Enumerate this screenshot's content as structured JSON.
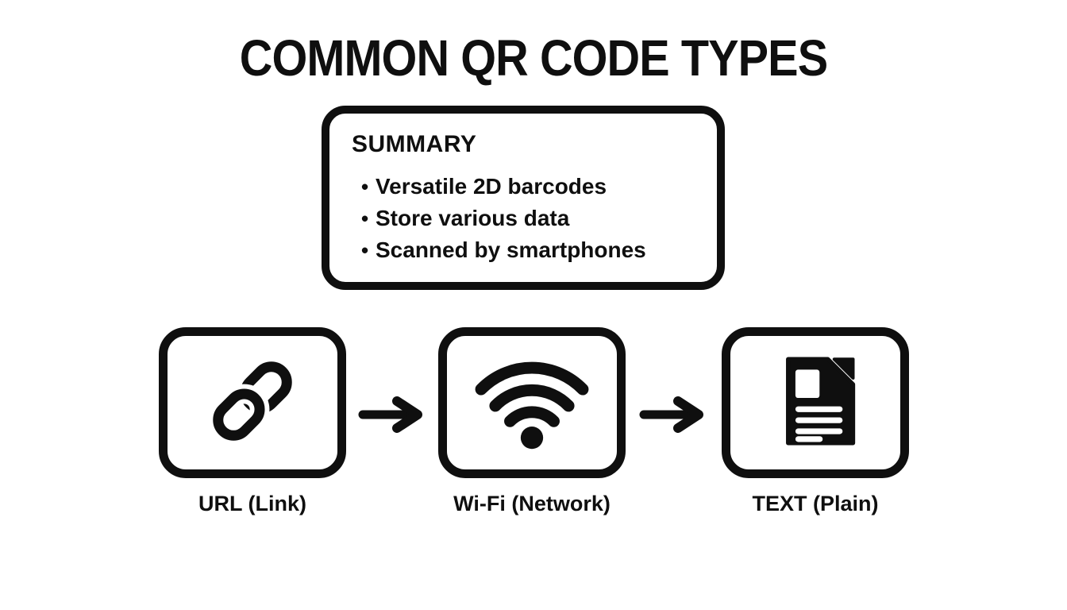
{
  "title": "COMMON QR CODE TYPES",
  "summary": {
    "heading": "SUMMARY",
    "bullet_char": "•",
    "bullets": [
      "Versatile 2D barcodes",
      "Store various data",
      "Scanned by smartphones"
    ]
  },
  "nodes": [
    {
      "label": "URL (Link)",
      "icon": "link-icon"
    },
    {
      "label": "Wi-Fi (Network)",
      "icon": "wifi-icon"
    },
    {
      "label": "TEXT (Plain)",
      "icon": "document-icon"
    }
  ],
  "colors": {
    "foreground": "#0f0f0f",
    "background": "#ffffff"
  }
}
